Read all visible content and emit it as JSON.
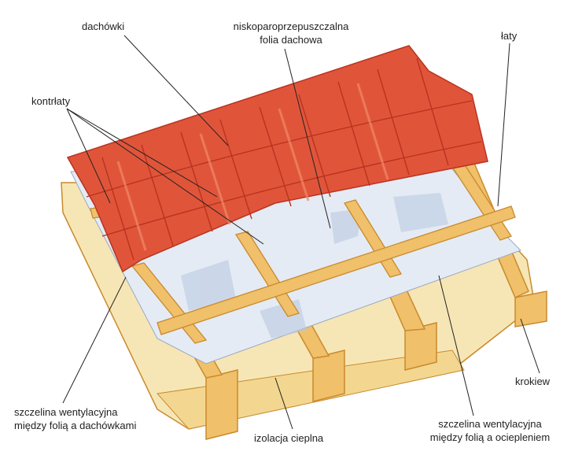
{
  "labels": {
    "dachowki": "dachówki",
    "folia_line1": "niskoparoprzepuszczalna",
    "folia_line2": "folia dachowa",
    "laty": "łaty",
    "kontrlaty": "kontrłaty",
    "krokiew": "krokiew",
    "szczelina1_line1": "szczelina wentylacyjna",
    "szczelina1_line2": "między folią a dachówkami",
    "izolacja": "izolacja cieplna",
    "szczelina2_line1": "szczelina wentylacyjna",
    "szczelina2_line2": "między folią a ociepleniem"
  },
  "colors": {
    "tile": "#e0553a",
    "tile_dark": "#b8331f",
    "timber": "#f0c06a",
    "timber_dark": "#c98a2e",
    "insulation": "#f7e6b5",
    "membrane": "#e4ebf4",
    "membrane_shade": "#b7c8e0",
    "leader": "#222222"
  }
}
